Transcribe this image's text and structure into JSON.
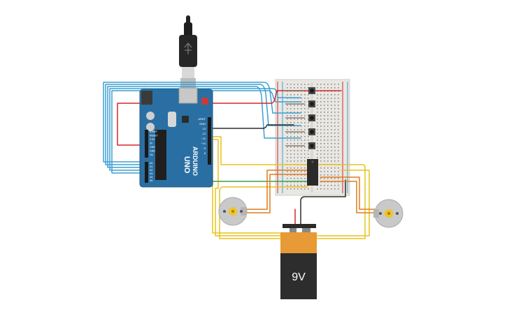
{
  "circuit": {
    "arduino": {
      "brand_label": "ARDUINO",
      "model_label": "UNO",
      "digital_header_labels": [
        "AREF",
        "GND",
        "13",
        "12",
        "~11",
        "~10",
        "~9",
        "8"
      ],
      "analog_header_labels": [
        "A0",
        "A1",
        "A2",
        "A3",
        "A4",
        "A5"
      ],
      "power_header_labels": [
        "IOREF",
        "RESET",
        "3.3V",
        "5V",
        "GND",
        "GND",
        "Vin"
      ]
    },
    "battery": {
      "label": "9V"
    },
    "wire_colors": {
      "blue": "#3c9fd2",
      "red": "#d5262b",
      "black": "#2b2b2b",
      "yellow": "#e8c21a",
      "orange": "#e07b1c",
      "green": "#3aa04a"
    },
    "component_colors": {
      "arduino_board": "#2a6fa3",
      "breadboard": "#e9e7e3",
      "battery_top": "#e79a36",
      "battery_body": "#2d2d2d",
      "motor_body": "#c9c9c9",
      "motor_shaft": "#f0c424"
    },
    "buttons_count": 5,
    "motors_count": 2
  }
}
